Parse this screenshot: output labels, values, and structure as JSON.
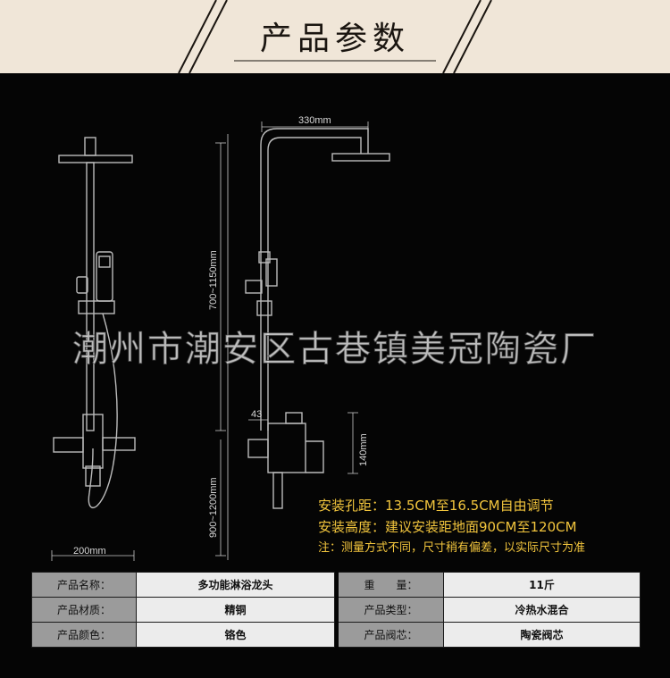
{
  "header": {
    "title": "产品参数"
  },
  "diagram": {
    "dim_width_top": "330mm",
    "dim_width_bottom": "200mm",
    "dim_height_upper": "700~1150mm",
    "dim_height_lower": "900~1200mm",
    "dim_spout": "43",
    "dim_mixer_height": "140mm",
    "colors": {
      "outline": "#bcbcbc",
      "dimension": "#c8c8c8"
    }
  },
  "watermark": "潮州市潮安区古巷镇美冠陶瓷厂",
  "notes": [
    "安装孔距：13.5CM至16.5CM自由调节",
    "安装高度：建议安装距地面90CM至120CM",
    "注：测量方式不同，尺寸稍有偏差，以实际尺寸为准"
  ],
  "specs": [
    [
      "产品名称：",
      "多功能淋浴龙头",
      "重　　量：",
      "11斤"
    ],
    [
      "产品材质：",
      "精铜",
      "产品类型：",
      "冷热水混合"
    ],
    [
      "产品颜色：",
      "铬色",
      "产品阀芯：",
      "陶瓷阀芯"
    ]
  ]
}
